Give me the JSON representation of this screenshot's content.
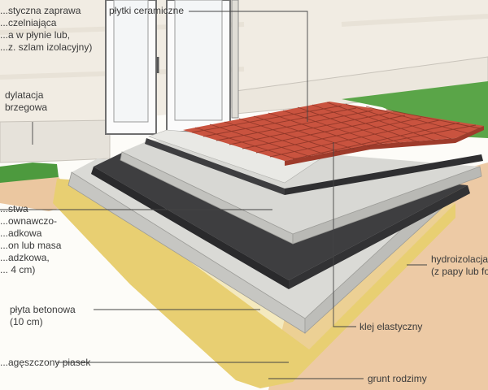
{
  "labels": {
    "top_left": [
      "...styczna zaprawa",
      "...czelniająca",
      "...a w płynie lub,",
      "...z. szlam izolacyjny)"
    ],
    "tiles": "płytki ceramiczne",
    "dilatation": [
      "dylatacja",
      "brzegowa"
    ],
    "screed": [
      "...stwa",
      "...ownawczo-",
      "...adkowa",
      "...on lub masa",
      "...adzkowa,",
      "... 4 cm)"
    ],
    "waterproofing": [
      "hydroizolacja",
      "(z papy lub fo..."
    ],
    "concrete_slab": [
      "płyta betonowa",
      "(10 cm)"
    ],
    "adhesive": "klej elastyczny",
    "compacted_sand": "...agęszczony piasek",
    "native_soil": "grunt rodzimy"
  },
  "colors": {
    "tiles": "#c9533f",
    "grout": "#8a3426",
    "concrete": "#d8d8d4",
    "dark_layer": "#3e3e40",
    "sand": "#e8cf72",
    "soil": "#e7b98a",
    "grass": "#4d9a3e",
    "wall": "#f0ebe2",
    "leader": "#444444"
  }
}
